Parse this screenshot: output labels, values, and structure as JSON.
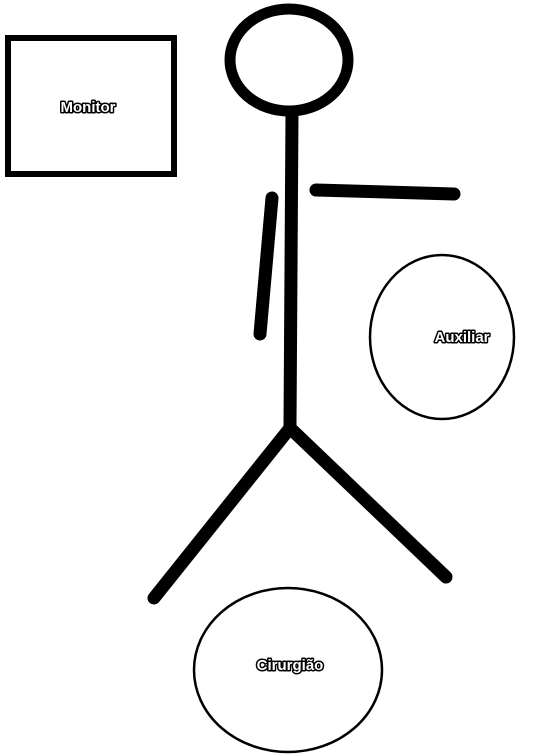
{
  "labels": {
    "monitor": "Monitor",
    "auxiliar": "Auxiliar",
    "cirurgiao": "Cirurgião"
  },
  "colors": {
    "background": "#ffffff",
    "ink": "#000000"
  }
}
